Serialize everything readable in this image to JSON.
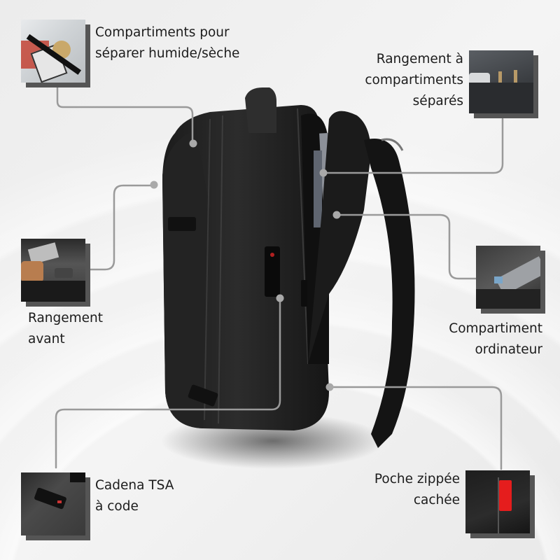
{
  "infographic": {
    "subject": "Backpack feature callouts",
    "accent_color": "#9a9a9a",
    "thumbnail_shadow_color": "#555555",
    "features": [
      {
        "id": "wet-dry",
        "label": "Compartiments pour\nséparer humide/sèche"
      },
      {
        "id": "separate-storage",
        "label": "Rangement à\ncompartiments\nséparés"
      },
      {
        "id": "front-storage",
        "label": "Rangement\navant"
      },
      {
        "id": "laptop",
        "label": "Compartiment\nordinateur"
      },
      {
        "id": "tsa-lock",
        "label": "Cadena TSA\nà code"
      },
      {
        "id": "hidden-pocket",
        "label": "Poche zippée\ncachée"
      }
    ]
  }
}
